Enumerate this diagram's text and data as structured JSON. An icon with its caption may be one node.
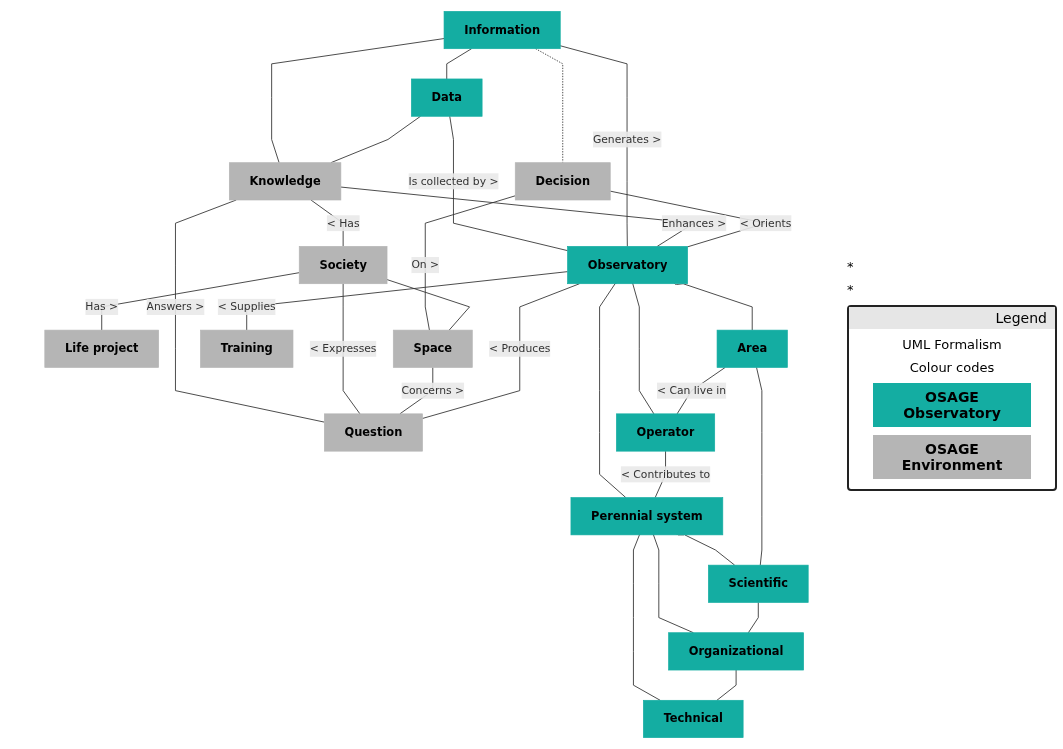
{
  "diagram": {
    "nodes": [
      {
        "text": [
          "Information"
        ]
      },
      {
        "text": [
          "Life project"
        ]
      },
      {
        "text": [
          "Data"
        ]
      },
      {
        "text": [
          "Knowledge"
        ]
      },
      {
        "text": [
          "Society"
        ]
      },
      {
        "text": [
          "Space"
        ]
      },
      {
        "text": [
          "Decision"
        ]
      },
      {
        "text": [
          "Observatory"
        ]
      },
      {
        "text": [
          "Question"
        ]
      },
      {
        "text": [
          "Training"
        ]
      },
      {
        "text": [
          "Area"
        ]
      },
      {
        "text": [
          "Operator"
        ]
      },
      {
        "text": [
          "Perennial system"
        ]
      },
      {
        "text": [
          "Scientific"
        ]
      },
      {
        "text": [
          "Organizational"
        ]
      },
      {
        "text": [
          "Technical"
        ]
      }
    ],
    "edges": [
      {
        "from": 6,
        "to": 5,
        "arrow": "none",
        "label": "On >"
      },
      {
        "from": 0,
        "to": 6,
        "arrow": "none",
        "style": "dashed"
      },
      {
        "from": 0,
        "to": 2,
        "arrow": "none"
      },
      {
        "from": 0,
        "to": 3,
        "arrow": "none"
      },
      {
        "from": 2,
        "to": 3,
        "arrow": "none"
      },
      {
        "from": 4,
        "to": 1,
        "arrow": "none",
        "label": "Has >"
      },
      {
        "from": 3,
        "to": 4,
        "arrow": "none",
        "label": "< Has"
      },
      {
        "from": 4,
        "to": 5,
        "arrow": "none"
      },
      {
        "from": 2,
        "to": 7,
        "arrow": "none",
        "label": "Is collected by >"
      },
      {
        "from": 0,
        "to": 7,
        "arrow": "none",
        "label": "Generates >"
      },
      {
        "from": 3,
        "to": 7,
        "arrow": "none",
        "label": "Enhances >"
      },
      {
        "from": 3,
        "to": 8,
        "arrow": "none",
        "label": "Answers >"
      },
      {
        "from": 4,
        "to": 8,
        "arrow": "none",
        "label": "< Expresses"
      },
      {
        "from": 5,
        "to": 8,
        "arrow": "none",
        "label": "Concerns >"
      },
      {
        "from": 6,
        "to": 7,
        "arrow": "none",
        "label": "< Orients"
      },
      {
        "from": 7,
        "to": 8,
        "arrow": "none",
        "label": "< Produces"
      },
      {
        "from": 7,
        "to": 9,
        "arrow": "none",
        "label": "< Supplies"
      },
      {
        "from": 7,
        "to": 10,
        "arrow": "other"
      },
      {
        "from": 7,
        "to": 12,
        "arrow": "other"
      },
      {
        "from": 7,
        "to": 11,
        "arrow": "other"
      },
      {
        "from": 10,
        "to": 11,
        "arrow": "none",
        "label": "< Can live in"
      },
      {
        "from": 11,
        "to": 12,
        "arrow": "none",
        "label": "< Contributes to"
      },
      {
        "from": 12,
        "to": 13,
        "arrow": "other"
      },
      {
        "from": 12,
        "to": 14,
        "arrow": "other"
      },
      {
        "from": 12,
        "to": 15,
        "arrow": "other"
      },
      {
        "from": 10,
        "to": 13,
        "arrow": "none"
      },
      {
        "from": 13,
        "to": 14,
        "arrow": "none"
      },
      {
        "from": 14,
        "to": 15,
        "arrow": "none"
      }
    ],
    "labels": [
      "*",
      "*",
      "Legend",
      "UML Formalism",
      "Colour codes"
    ],
    "legend": [
      {
        "text": "OSAGE Observatory",
        "color": "#14ada2"
      },
      {
        "text": "OSAGE Environment",
        "color": "#b5b5b5"
      }
    ]
  }
}
